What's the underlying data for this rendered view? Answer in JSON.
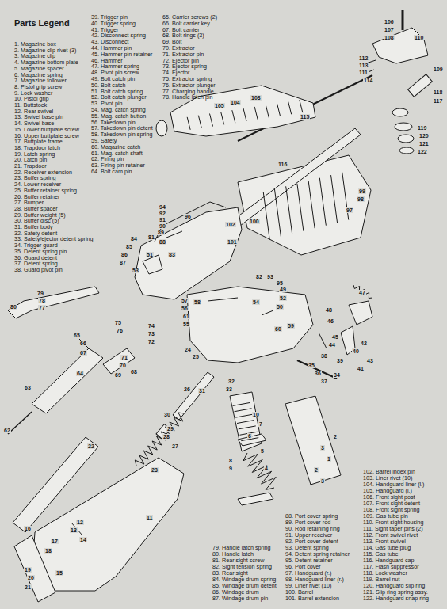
{
  "diagram": {
    "title": "Parts Legend",
    "labels": [
      "1. Magazine box",
      "2. Magazine clip rivet (3)",
      "3. Magazine clip",
      "4. Magazine bottom plate",
      "5. Magazine spacer",
      "6. Magazine spring",
      "7. Magazine follower",
      "8. Pistol grip screw",
      "9. Lock washer",
      "10. Pistol grip",
      "11. Buttstock",
      "12. Rear swivel",
      "13. Swivel base pin",
      "14. Swivel base",
      "15. Lower buttplate screw",
      "16. Upper buttplate screw",
      "17. Buttplate frame",
      "18. Trapdoor latch",
      "19. Latch spring",
      "20. Latch pin",
      "21. Trapdoor",
      "22. Receiver extension",
      "23. Buffer spring",
      "24. Lower receiver",
      "25. Buffer retainer spring",
      "26. Buffer retainer",
      "27. Bumper",
      "28. Buffer spacer",
      "29. Buffer weight (5)",
      "30. Buffer disc (5)",
      "31. Buffer body",
      "32. Safety detent",
      "33. Safety/ejector detent spring",
      "34. Trigger guard",
      "35. Detent spring pin",
      "36. Guard detent",
      "37. Detent spring",
      "38. Guard pivot pin",
      "39. Trigger pin",
      "40. Trigger spring",
      "41. Trigger",
      "42. Disconnect spring",
      "43. Disconnect",
      "44. Hammer pin",
      "45. Hammer pin retainer",
      "46. Hammer",
      "47. Hammer spring",
      "48. Pivot pin screw",
      "49. Bolt catch pin",
      "50. Bolt catch",
      "51. Bolt catch spring",
      "52. Bolt catch plunger",
      "53. Pivot pin",
      "54. Mag. catch spring",
      "55. Mag. catch button",
      "56. Takedown pin",
      "57. Takedown pin detent",
      "58. Takedown pin spring",
      "59. Safety",
      "60. Magazine catch",
      "61. Mag. catch shaft",
      "62. Firing pin",
      "63. Firing pin retainer",
      "64. Bolt cam pin",
      "65. Carrier screws (2)",
      "66. Bolt carrier key",
      "67. Bolt carrier",
      "68. Bolt rings (3)",
      "69. Bolt",
      "70. Extractor",
      "71. Extractor pin",
      "72. Ejector pin",
      "73. Ejector spring",
      "74. Ejector",
      "75. Extractor spring",
      "76. Extractor plunger",
      "77. Charging handle",
      "78. Handle latch pin",
      "79. Handle latch spring",
      "80. Handle latch",
      "81. Rear sight screw",
      "82. Sight tension spring",
      "83. Rear sight",
      "84. Windage drum spring",
      "85. Windage drum detent",
      "86. Windage drum",
      "87. Windage drum pin",
      "88. Port cover spring",
      "89. Port cover rod",
      "90. Rod retaining ring",
      "91. Upper receiver",
      "92. Port cover detent",
      "93. Detent spring",
      "94. Detent spring retainer",
      "95. Detent retainer",
      "96. Port cover",
      "97. Handguard (r.)",
      "98. Handguard liner (r.)",
      "99. Liner rivet (10)",
      "100. Barrel",
      "101. Barrel extension",
      "102. Barrel index pin",
      "103. Liner rivet (10)",
      "104. Handguard liner (l.)",
      "105. Handguard (l.)",
      "106. Front sight post",
      "107. Front sight detent",
      "108. Front sight spring",
      "109. Gas tube pin",
      "110. Front sight housing",
      "111. Sight taper pins (2)",
      "112. Front swivel rivet",
      "113. Front swivel",
      "114. Gas tube plug",
      "115. Gas tube",
      "116. Handguard cap",
      "117. Flash suppressor",
      "118. Lock washer",
      "119. Barrel nut",
      "120. Handguard slip ring",
      "121. Slip ring spring assy.",
      "122. Handguard snap ring",
      "1",
      "2",
      "3",
      "4",
      "5",
      "6",
      "7",
      "8",
      "9",
      "10",
      "11",
      "12",
      "13",
      "14",
      "15",
      "16",
      "17",
      "18",
      "19",
      "20",
      "21",
      "22",
      "23",
      "24",
      "25",
      "26",
      "27",
      "28",
      "29",
      "30",
      "31",
      "32",
      "33",
      "34",
      "35",
      "36",
      "37",
      "38",
      "39",
      "40",
      "41",
      "42",
      "43",
      "44",
      "45",
      "46",
      "47",
      "48",
      "49",
      "50",
      "51",
      "52",
      "53",
      "54",
      "55",
      "56",
      "57",
      "58",
      "59",
      "60",
      "61",
      "62",
      "63",
      "64",
      "65",
      "66",
      "67",
      "68",
      "69",
      "70",
      "71",
      "72",
      "73",
      "74",
      "75",
      "76",
      "77",
      "78",
      "79",
      "80",
      "81",
      "82",
      "83",
      "84",
      "85",
      "86",
      "87",
      "88",
      "89",
      "90",
      "91",
      "92",
      "93",
      "94",
      "95",
      "96",
      "97",
      "98",
      "99",
      "100",
      "101",
      "102",
      "103",
      "104",
      "105",
      "106",
      "107",
      "108",
      "109",
      "110",
      "111",
      "112",
      "113",
      "114",
      "115",
      "116",
      "117",
      "118",
      "119",
      "120",
      "121",
      "122",
      "2",
      "3"
    ]
  }
}
